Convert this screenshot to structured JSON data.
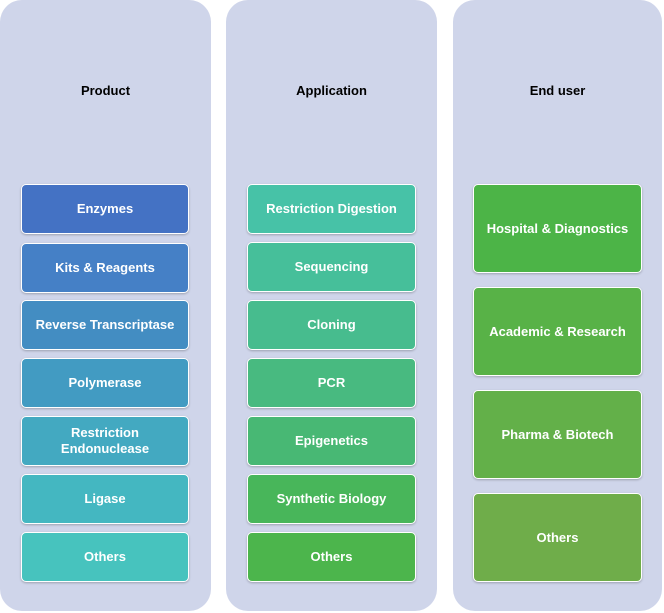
{
  "columns": [
    {
      "title": "Product",
      "items": [
        {
          "label": "Enzymes",
          "color": "#4472c4"
        },
        {
          "label": "Kits & Reagents",
          "color": "#4580c6"
        },
        {
          "label": "Reverse Transcriptase",
          "color": "#438dc2"
        },
        {
          "label": "Polymerase",
          "color": "#429bc2"
        },
        {
          "label": "Restriction\nEndonuclease",
          "color": "#43a9c1"
        },
        {
          "label": "Ligase",
          "color": "#44b7c1"
        },
        {
          "label": "Others",
          "color": "#47c3be"
        }
      ]
    },
    {
      "title": "Application",
      "items": [
        {
          "label": "Restriction Digestion",
          "color": "#47c2a7"
        },
        {
          "label": "Sequencing",
          "color": "#46bf9a"
        },
        {
          "label": "Cloning",
          "color": "#47bc8e"
        },
        {
          "label": "PCR",
          "color": "#48ba80"
        },
        {
          "label": "Epigenetics",
          "color": "#48b874"
        },
        {
          "label": "Synthetic Biology",
          "color": "#48b65a"
        },
        {
          "label": "Others",
          "color": "#4cb54c"
        }
      ]
    },
    {
      "title": "End user",
      "items": [
        {
          "label": "Hospital & Diagnostics",
          "color": "#4cb447"
        },
        {
          "label": "Academic & Research",
          "color": "#58b247"
        },
        {
          "label": "Pharma & Biotech",
          "color": "#63b049"
        },
        {
          "label": "Others",
          "color": "#6fad4a"
        }
      ]
    }
  ]
}
